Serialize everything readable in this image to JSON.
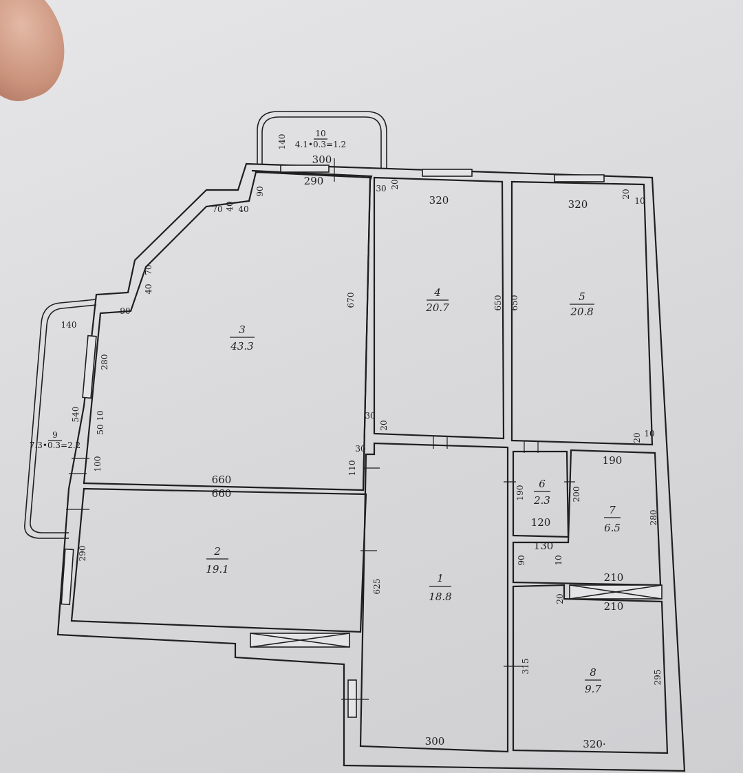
{
  "rooms": [
    {
      "id": "r1",
      "number": "1",
      "area": "18.8"
    },
    {
      "id": "r2",
      "number": "2",
      "area": "19.1"
    },
    {
      "id": "r3",
      "number": "3",
      "area": "43.3"
    },
    {
      "id": "r4",
      "number": "4",
      "area": "20.7"
    },
    {
      "id": "r5",
      "number": "5",
      "area": "20.8"
    },
    {
      "id": "r6",
      "number": "6",
      "area": "2.3"
    },
    {
      "id": "r7",
      "number": "7",
      "area": "6.5"
    },
    {
      "id": "r8",
      "number": "8",
      "area": "9.7"
    }
  ],
  "balconies": [
    {
      "id": "b9",
      "number": "9",
      "formula": "7.3•0.3=2.2"
    },
    {
      "id": "b10",
      "number": "10",
      "formula": "4.1•0.3=1.2"
    }
  ],
  "dimensions": {
    "b10_depth": "140",
    "top_outer": "300",
    "top_inner": "290",
    "seg_90": "90",
    "seg_70a": "70",
    "seg_40a": "40",
    "seg_40b": "40",
    "seg_70b": "70",
    "seg_90b": "90",
    "b9_depth": "140",
    "win_280": "280",
    "b9_len": "540",
    "seg_10a": "10",
    "seg_50": "50",
    "seg_100": "100",
    "r3_height": "670",
    "r3r2_a": "660",
    "r3r2_b": "660",
    "r2_290": "290",
    "r4_30a": "30",
    "r4_20a": "20",
    "r4_width": "320",
    "r4_height": "650",
    "r4_30b": "30",
    "r4_20b": "20",
    "r1_30": "30",
    "r1_110": "110",
    "r5_width": "320",
    "r5_height": "650",
    "r5_20a": "20",
    "r5_10a": "10",
    "r5_20b": "20",
    "r5_10b": "10",
    "r6_190": "190",
    "r6_120": "120",
    "r6_130": "130",
    "r6_10": "10",
    "r6_90": "90",
    "r7_200": "200",
    "r7_190": "190",
    "r7_280": "280",
    "r7_210": "210",
    "r8_210": "210",
    "r8_20": "20",
    "r1_625": "625",
    "r1_300": "300",
    "r8_315": "315",
    "r8_295": "295",
    "r8_320": "320·"
  }
}
